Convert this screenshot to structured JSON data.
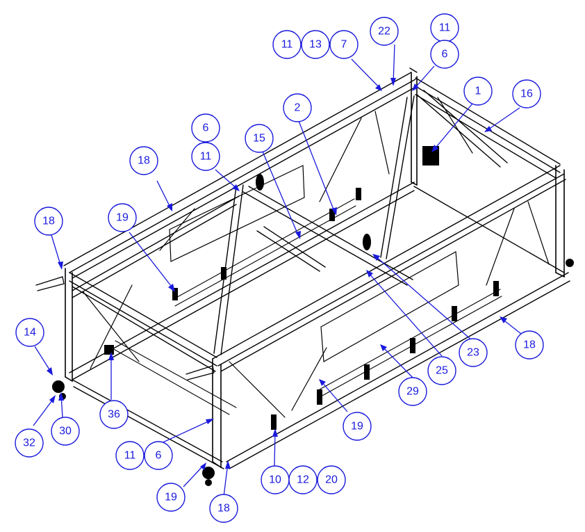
{
  "diagram": {
    "subject": "exploded assembly drawing of a rectangular tubular steel frame with numbered part callouts",
    "line_color": "#000000",
    "callout_color": "#1a1adc",
    "callouts": [
      {
        "label": "11"
      },
      {
        "label": "13"
      },
      {
        "label": "7"
      },
      {
        "label": "22"
      },
      {
        "label": "11"
      },
      {
        "label": "6"
      },
      {
        "label": "1"
      },
      {
        "label": "16"
      },
      {
        "label": "2"
      },
      {
        "label": "6"
      },
      {
        "label": "15"
      },
      {
        "label": "11"
      },
      {
        "label": "18"
      },
      {
        "label": "18"
      },
      {
        "label": "19"
      },
      {
        "label": "14"
      },
      {
        "label": "23"
      },
      {
        "label": "18"
      },
      {
        "label": "25"
      },
      {
        "label": "29"
      },
      {
        "label": "36"
      },
      {
        "label": "30"
      },
      {
        "label": "32"
      },
      {
        "label": "19"
      },
      {
        "label": "11"
      },
      {
        "label": "6"
      },
      {
        "label": "10"
      },
      {
        "label": "12"
      },
      {
        "label": "20"
      },
      {
        "label": "19"
      },
      {
        "label": "18"
      }
    ]
  }
}
